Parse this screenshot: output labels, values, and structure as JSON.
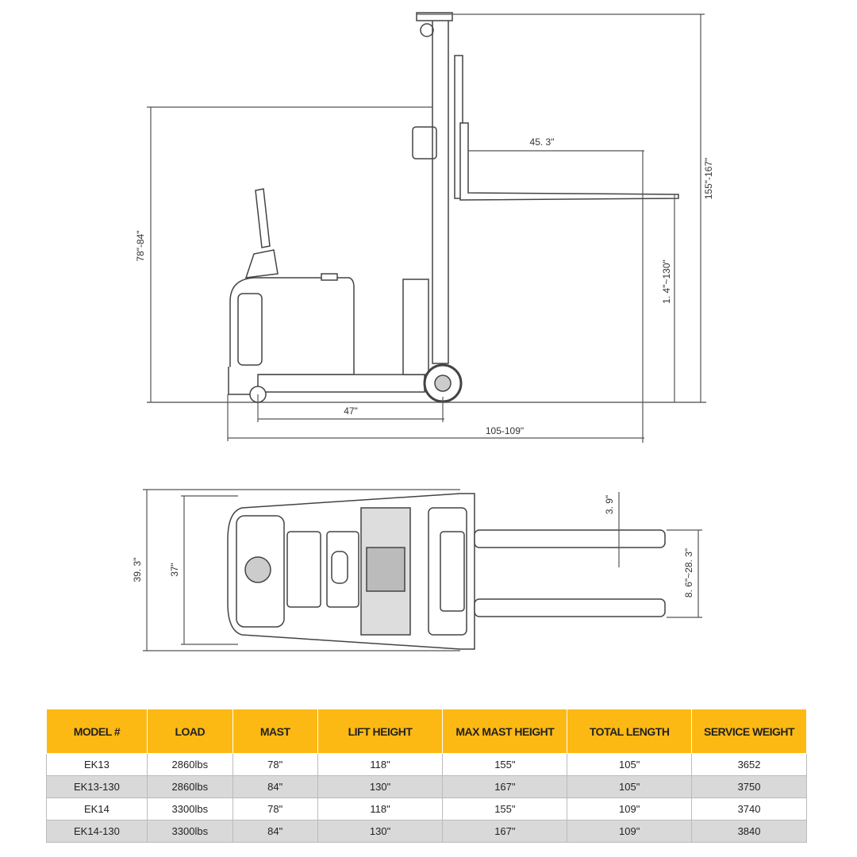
{
  "side_view": {
    "dimensions": {
      "overall_height": "155\"-167\"",
      "mast_height": "78\"-84\"",
      "fork_length": "45. 3\"",
      "lift_height": "1. 4\"~130\"",
      "wheelbase": "47\"",
      "total_length": "105-109\""
    }
  },
  "top_view": {
    "dimensions": {
      "overall_width": "39. 3\"",
      "inner_width": "37\"",
      "fork_width": "3. 9\"",
      "fork_spread": "8. 6\"~28. 3\""
    }
  },
  "spec_table": {
    "header_color": "#FDB913",
    "headers": [
      "MODEL #",
      "LOAD",
      "MAST",
      "LIFT HEIGHT",
      "MAX MAST HEIGHT",
      "TOTAL LENGTH",
      "SERVICE WEIGHT"
    ],
    "rows": [
      [
        "EK13",
        "2860lbs",
        "78\"",
        "118\"",
        "155\"",
        "105\"",
        "3652"
      ],
      [
        "EK13-130",
        "2860lbs",
        "84\"",
        "130\"",
        "167\"",
        "105\"",
        "3750"
      ],
      [
        "EK14",
        "3300lbs",
        "78\"",
        "118\"",
        "155\"",
        "109\"",
        "3740"
      ],
      [
        "EK14-130",
        "3300lbs",
        "84\"",
        "130\"",
        "167\"",
        "109\"",
        "3840"
      ]
    ]
  }
}
